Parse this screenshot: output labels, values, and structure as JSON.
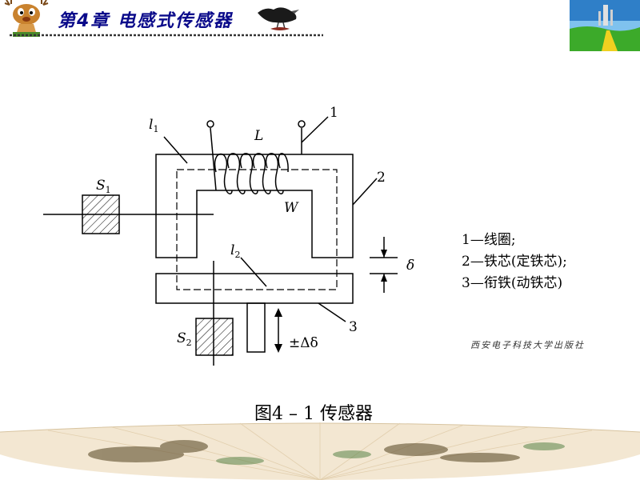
{
  "header": {
    "chapter_title": "第4章 电感式传感器"
  },
  "diagram": {
    "labels": {
      "l1_base": "l",
      "l1_sub": "1",
      "L": "L",
      "one": "1",
      "two": "2",
      "three": "3",
      "W": "W",
      "S1_base": "S",
      "S1_sub": "1",
      "S2_base": "S",
      "S2_sub": "2",
      "l2_base": "l",
      "l2_sub": "2",
      "delta": "δ",
      "pm_delta": "±Δδ"
    }
  },
  "legend": {
    "items": [
      "1—线圈;",
      "2—铁芯(定铁芯);",
      "3—衔铁(动铁芯)"
    ]
  },
  "publisher": "西安电子科技大学出版社",
  "caption": "图4 – 1  传感器",
  "colors": {
    "title": "#0a0a8a",
    "line": "#000000",
    "background": "#ffffff"
  }
}
